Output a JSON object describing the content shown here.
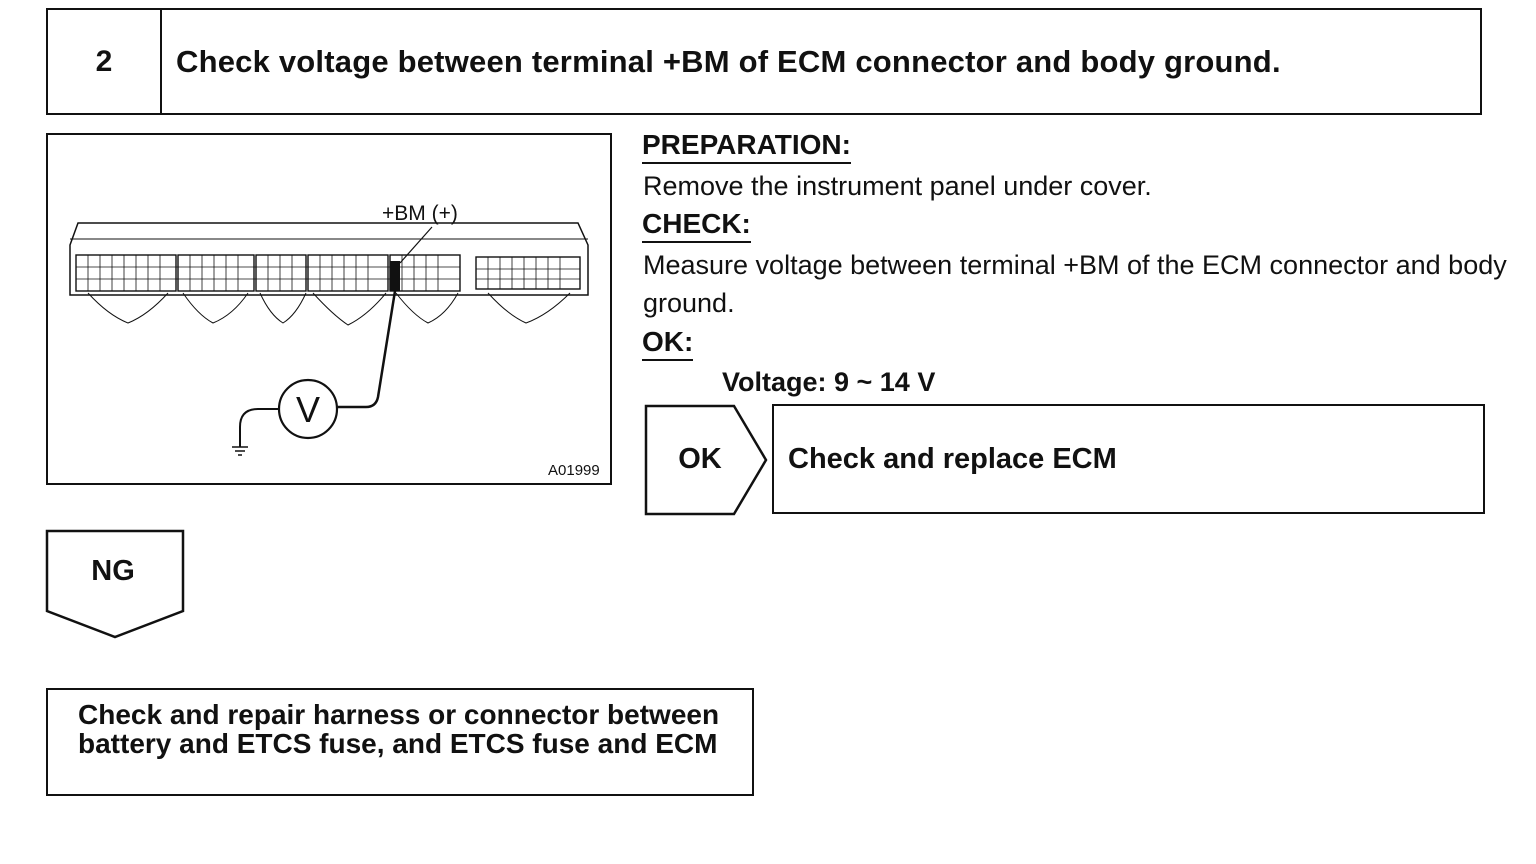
{
  "step": {
    "number": "2",
    "title": "Check voltage between terminal +BM of ECM connector and body ground."
  },
  "figure": {
    "terminal_label": "+BM (+)",
    "meter_symbol": "V",
    "figure_id": "A01999"
  },
  "instructions": {
    "preparation_heading": "PREPARATION:",
    "preparation_text": "Remove the instrument panel under cover.",
    "check_heading": "CHECK:",
    "check_text": "Measure voltage between terminal +BM of the ECM connector and body ground.",
    "ok_heading": "OK:",
    "ok_value": "Voltage: 9 ~ 14 V"
  },
  "ok_branch": {
    "label": "OK",
    "action": "Check and replace ECM"
  },
  "ng_branch": {
    "label": "NG",
    "action": "Check and repair harness or connector between battery and ETCS fuse, and ETCS fuse and ECM"
  }
}
